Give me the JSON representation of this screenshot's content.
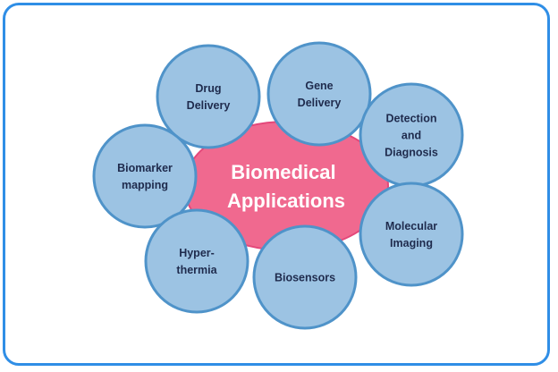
{
  "diagram": {
    "colors": {
      "frame_border": "#2f8ee6",
      "center_fill": "#f0698f",
      "center_stroke": "#e4487a",
      "node_fill": "#9cc3e3",
      "node_stroke": "#4f93c9",
      "node_text": "#1f2b4d",
      "center_text": "#ffffff"
    },
    "center": {
      "id": "biomedical-applications",
      "lines": [
        "Biomedical",
        "Applications"
      ]
    },
    "nodes": [
      {
        "id": "drug-delivery",
        "lines": [
          "Drug",
          "Delivery"
        ]
      },
      {
        "id": "gene-delivery",
        "lines": [
          "Gene",
          "Delivery"
        ]
      },
      {
        "id": "detection-and-diagnosis",
        "lines": [
          "Detection",
          "and",
          "Diagnosis"
        ]
      },
      {
        "id": "biomarker-mapping",
        "lines": [
          "Biomarker",
          "mapping"
        ]
      },
      {
        "id": "molecular-imaging",
        "lines": [
          "Molecular",
          "Imaging"
        ]
      },
      {
        "id": "hyperthermia",
        "lines": [
          "Hyper-",
          "thermia"
        ]
      },
      {
        "id": "biosensors",
        "lines": [
          "Biosensors"
        ]
      }
    ]
  }
}
